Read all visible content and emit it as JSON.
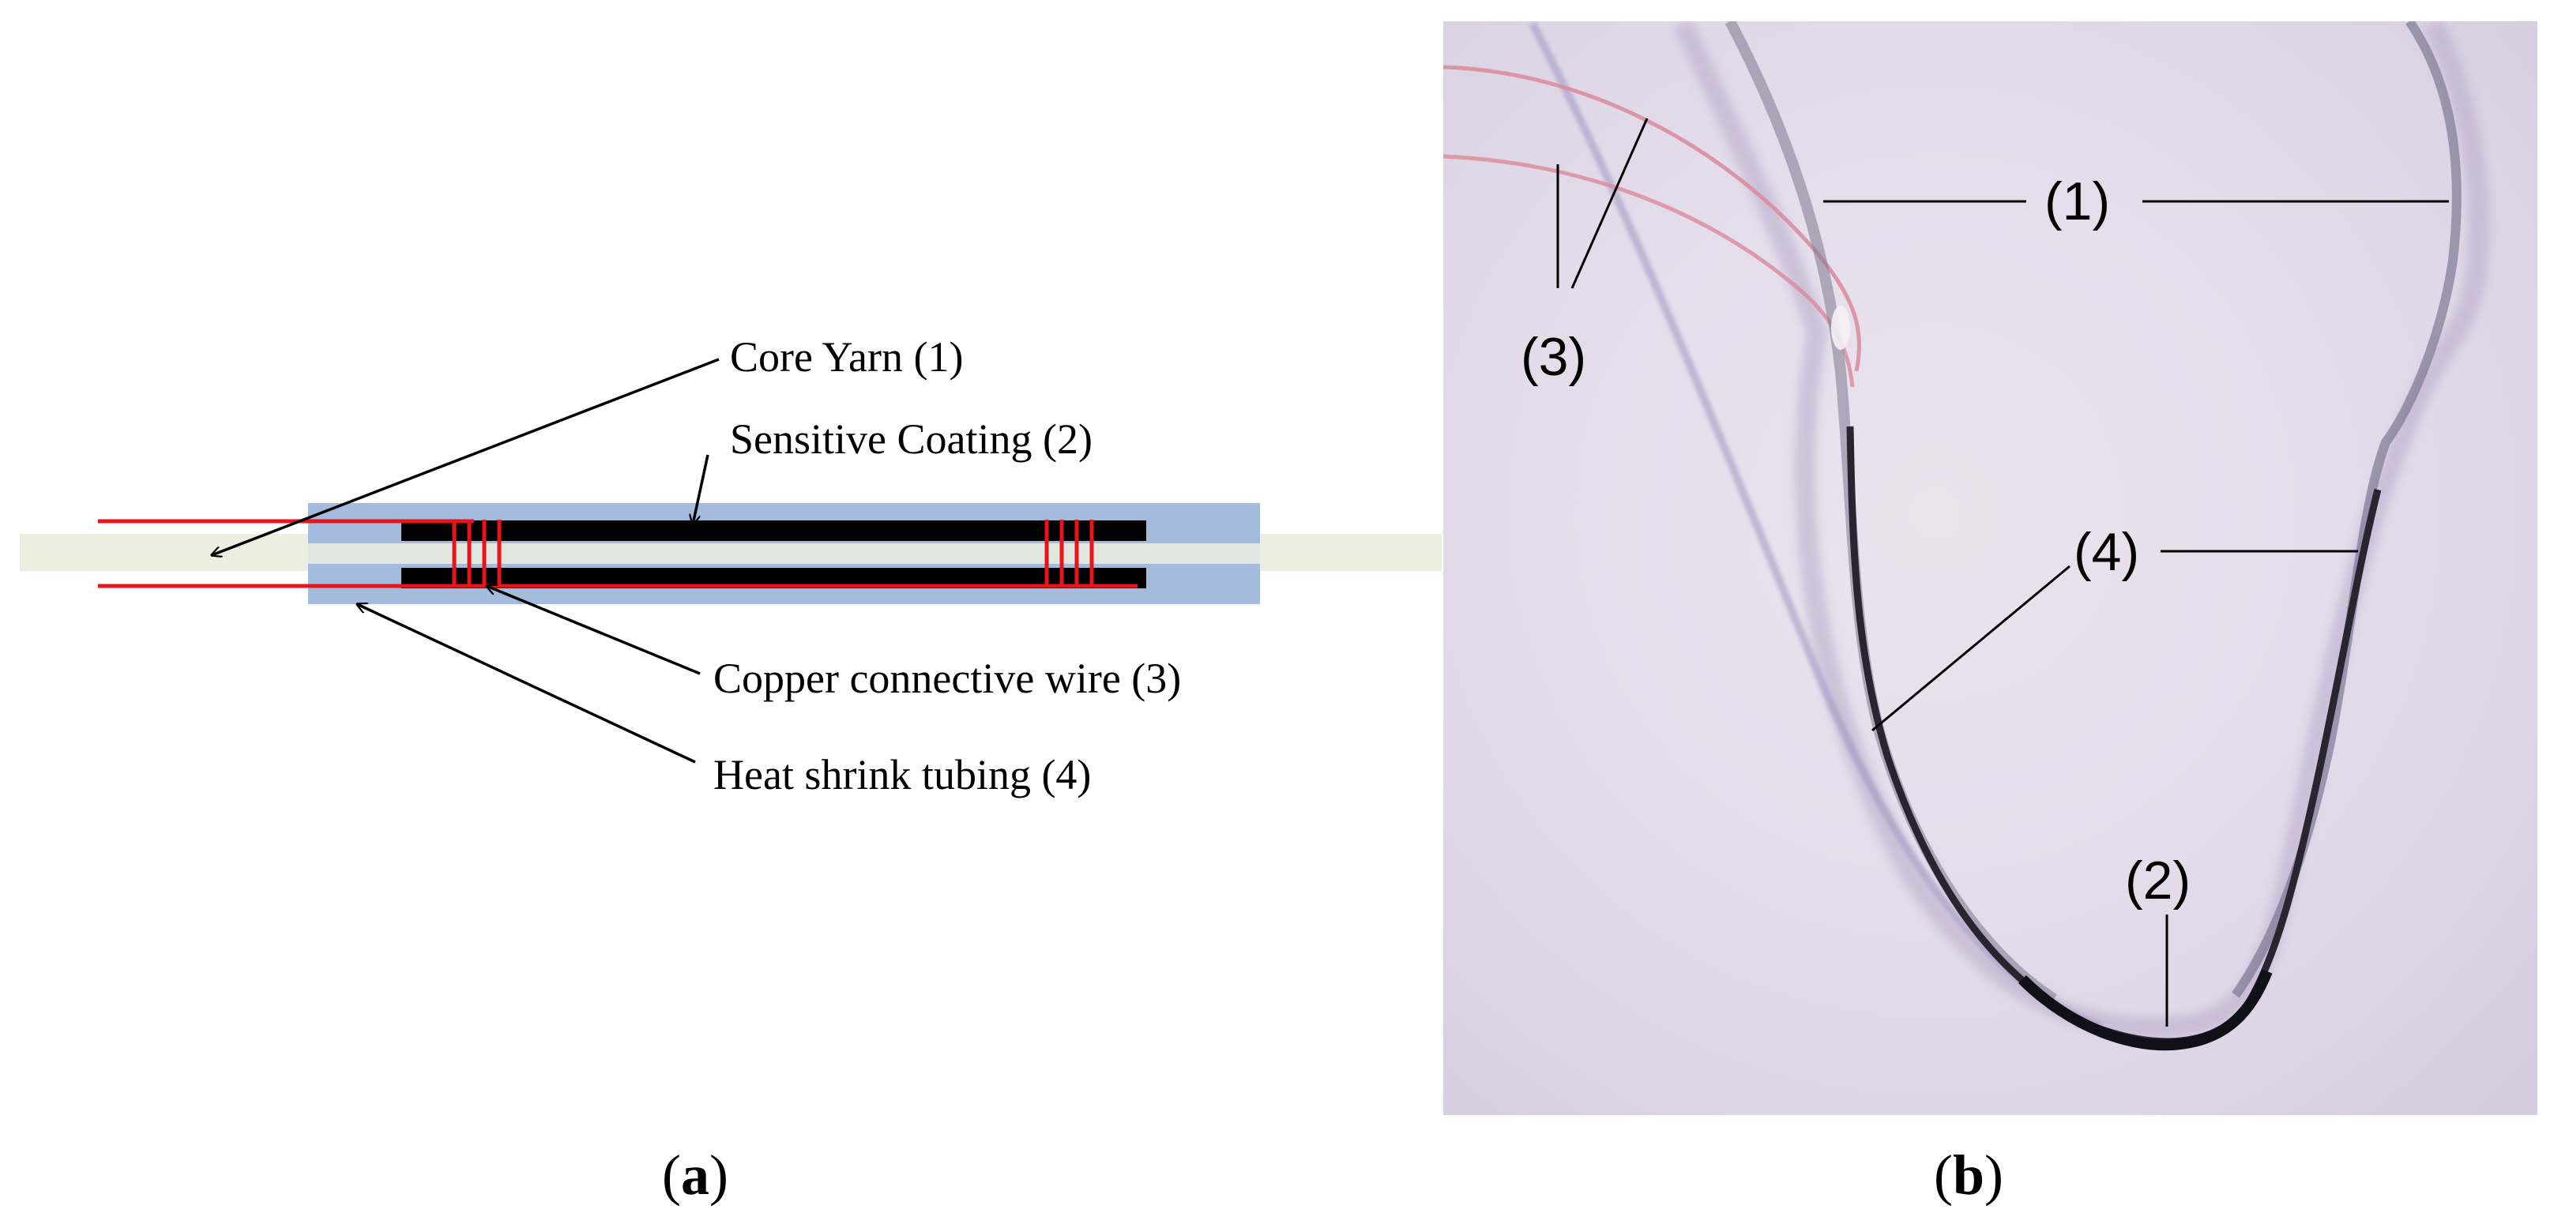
{
  "panel_a": {
    "labels": {
      "core_yarn": "Core Yarn (1)",
      "sensitive_coating": "Sensitive Coating (2)",
      "copper_wire": "Copper connective wire (3)",
      "heat_shrink": "Heat shrink tubing (4)"
    },
    "caption": {
      "open": "(",
      "letter": "a",
      "close": ")"
    },
    "colors": {
      "yarn": "#ECEFDF",
      "tubing": "#A3BCDD",
      "coating": "#000000",
      "copper": "#E8141B"
    }
  },
  "panel_b": {
    "labels": {
      "l1": "(1)",
      "l2": "(2)",
      "l3": "(3)",
      "l4": "(4)"
    },
    "caption": {
      "open": "(",
      "letter": "b",
      "close": ")"
    },
    "colors": {
      "background": "#E4DDEB",
      "fiber": "#2A2330",
      "copper": "#D98A9A"
    }
  }
}
